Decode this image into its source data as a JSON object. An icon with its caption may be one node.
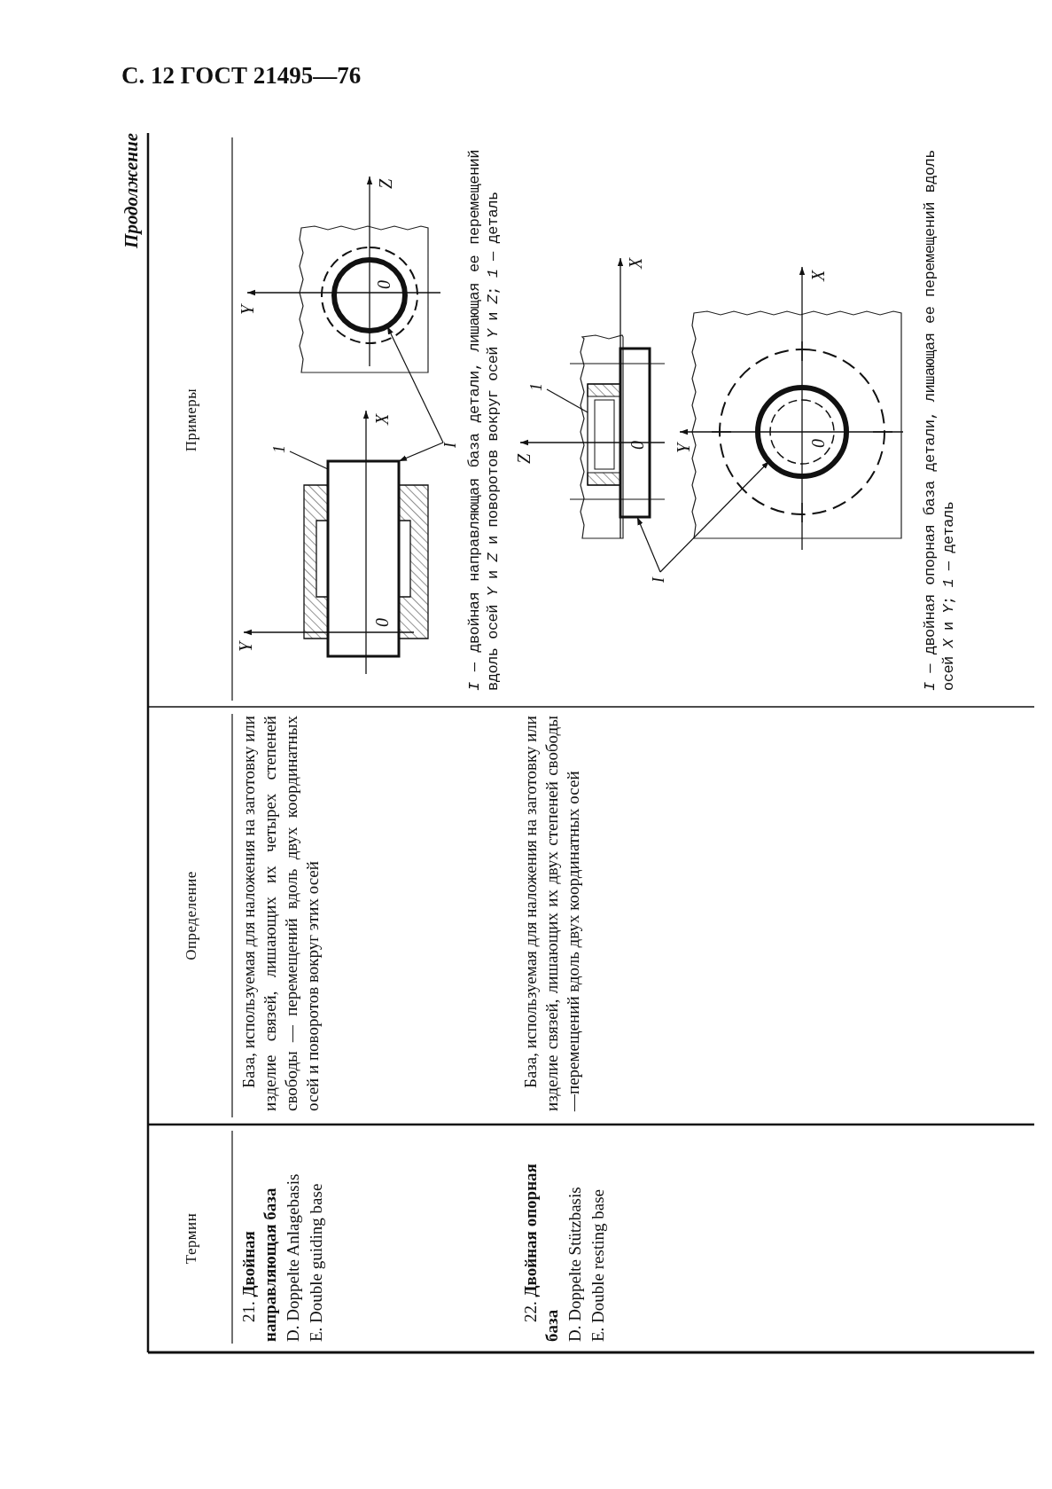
{
  "diagram": {
    "title": "С. 12 ГОСТ 21495—76",
    "nodes": [
      {
        "text": [
          "1"
        ]
      },
      {
        "text": [],
        "shape": "box"
      },
      {
        "text": [
          "I"
        ]
      },
      {
        "text": [],
        "shape": "circle"
      },
      {
        "text": [
          "1"
        ]
      },
      {
        "text": [],
        "shape": "box"
      },
      {
        "text": [
          "I"
        ]
      },
      {
        "text": [],
        "shape": "circle"
      }
    ],
    "edges": [
      {
        "from": 0,
        "to": 1,
        "arrow": "none"
      },
      {
        "from": 2,
        "to": 1,
        "arrow": "to"
      },
      {
        "from": 2,
        "to": 3,
        "arrow": "to"
      },
      {
        "from": 4,
        "to": 5,
        "arrow": "none"
      },
      {
        "from": 6,
        "to": 5,
        "arrow": "to"
      },
      {
        "from": 6,
        "to": 7,
        "arrow": "to"
      }
    ],
    "labels": [
      "Продолжение",
      "Термин",
      "Определение",
      "Примеры",
      "21. **Двойная направляющая база**",
      "D. Doppelte Anlagebasis",
      "E. Double guiding base",
      "База, используемая для наложения на заготовку или изделие связей, лишающих их четырех степеней свободы — перемещений вдоль двух координатных осей и поворотов вокруг этих осей",
      "Y",
      "0",
      "X",
      "Y",
      "0",
      "Z",
      "*I* — двойная направляющая база детали, лишающая ее перемещений вдоль осей *Y* и *Z* и поворотов вокруг осей *Y* и *Z*; *1* — деталь",
      "22. **Двойная опорная база**",
      "D. Doppelte Stützbasis",
      "E. Double resting base",
      "База, используемая для наложения на заготовку или изделие связей, лишающих их двух степеней свободы—перемещений вдоль двух координатных осей",
      "Z",
      "0",
      "X",
      "Y",
      "X",
      "0",
      "*I* — двойная опорная база детали, лишающая ее перемещений вдоль осей *X* и *Y*; *1* — деталь"
    ]
  }
}
